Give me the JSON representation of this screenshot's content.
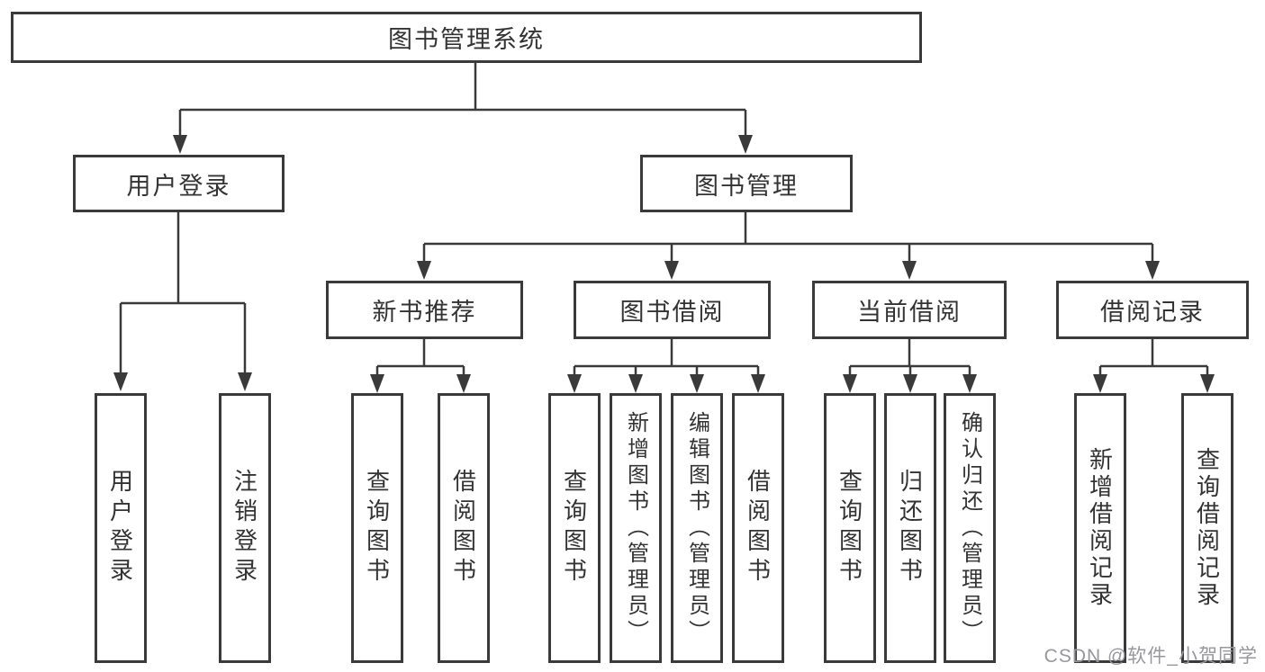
{
  "diagram": {
    "description": "Functional structure diagram of a library management system",
    "colors": {
      "line": "#3a3a3a",
      "box_border": "#3a3a3a",
      "text": "#333333",
      "background": "#ffffff",
      "watermark": "#97979c"
    },
    "tree": {
      "root": "图书管理系统",
      "children": [
        {
          "label": "用户登录",
          "children": [
            "用户登录",
            "注销登录"
          ]
        },
        {
          "label": "图书管理",
          "children": [
            {
              "label": "新书推荐",
              "children": [
                "查询图书",
                "借阅图书"
              ]
            },
            {
              "label": "图书借阅",
              "children": [
                "查询图书",
                "新增图书（管理员）",
                "编辑图书（管理员）",
                "借阅图书"
              ]
            },
            {
              "label": "当前借阅",
              "children": [
                "查询图书",
                "归还图书",
                "确认归还（管理员）"
              ]
            },
            {
              "label": "借阅记录",
              "children": [
                "新增借阅记录",
                "查询借阅记录"
              ]
            }
          ]
        }
      ]
    },
    "watermark": "CSDN @软件_小贺同学"
  }
}
